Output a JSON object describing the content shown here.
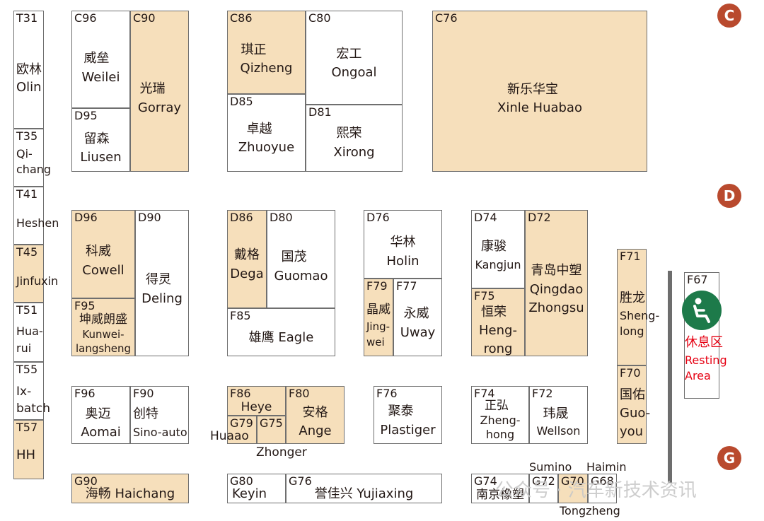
{
  "zones": {
    "c": "C",
    "d": "D",
    "g": "G"
  },
  "booths": {
    "T31": {
      "code": "T31",
      "cn": "欧林",
      "en": "Olin"
    },
    "T35": {
      "code": "T35",
      "en1": "Qi-",
      "en2": "chang"
    },
    "T41": {
      "code": "T41",
      "en": "Heshen"
    },
    "T45": {
      "code": "T45",
      "en": "Jinfuxin"
    },
    "T51": {
      "code": "T51",
      "en1": "Hua-",
      "en2": "rui"
    },
    "T55": {
      "code": "T55",
      "en1": "Ix-",
      "en2": "batch"
    },
    "T57": {
      "code": "T57",
      "en": "HH"
    },
    "C96": {
      "code": "C96",
      "cn": "威垒",
      "en": "Weilei"
    },
    "C90": {
      "code": "C90",
      "cn": "光瑞",
      "en": "Gorray"
    },
    "D95": {
      "code": "D95",
      "cn": "留森",
      "en": "Liusen"
    },
    "C86": {
      "code": "C86",
      "cn": "琪正",
      "en": "Qizheng"
    },
    "C80": {
      "code": "C80",
      "cn": "宏工",
      "en": "Ongoal"
    },
    "D85": {
      "code": "D85",
      "cn": "卓越",
      "en": "Zhuoyue"
    },
    "D81": {
      "code": "D81",
      "cn": "熙荣",
      "en": "Xirong"
    },
    "C76": {
      "code": "C76",
      "cn": "新乐华宝",
      "en": "Xinle Huabao"
    },
    "D96": {
      "code": "D96",
      "cn": "科威",
      "en": "Cowell"
    },
    "D90": {
      "code": "D90",
      "cn": "得灵",
      "en": "Deling"
    },
    "F95": {
      "code": "F95",
      "cn": "坤威朗盛",
      "en1": "Kunwei-",
      "en2": "langsheng"
    },
    "D86": {
      "code": "D86",
      "cn": "戴格",
      "en": "Dega"
    },
    "D80": {
      "code": "D80",
      "cn": "国茂",
      "en": "Guomao"
    },
    "F85": {
      "code": "F85",
      "name": "雄鹰 Eagle"
    },
    "D76": {
      "code": "D76",
      "cn": "华林",
      "en": "Holin"
    },
    "F79": {
      "code": "F79",
      "cn": "晶威",
      "en1": "Jing-",
      "en2": "wei"
    },
    "F77": {
      "code": "F77",
      "cn": "永威",
      "en": "Uway"
    },
    "D74": {
      "code": "D74",
      "cn": "康骏",
      "en": "Kangjun"
    },
    "D72": {
      "code": "D72",
      "cn": "青岛中塑",
      "en1": "Qingdao",
      "en2": "Zhongsu"
    },
    "F75": {
      "code": "F75",
      "cn": "恒荣",
      "en1": "Heng-",
      "en2": "rong"
    },
    "F71": {
      "code": "F71",
      "cn": "胜龙",
      "en1": "Sheng-",
      "en2": "long"
    },
    "F70": {
      "code": "F70",
      "cn": "国佑",
      "en1": "Guo-",
      "en2": "you"
    },
    "F67": {
      "code": "F67"
    },
    "F96": {
      "code": "F96",
      "cn": "奥迈",
      "en": "Aomai"
    },
    "F90": {
      "code": "F90",
      "cn": "创特",
      "en": "Sino-auto"
    },
    "F86": {
      "code": "F86",
      "en": "Heye"
    },
    "F80": {
      "code": "F80",
      "cn": "安格",
      "en": "Ange"
    },
    "G79": {
      "code": "G79",
      "en": "Huaao"
    },
    "G75": {
      "code": "G75",
      "en": "Zhonger"
    },
    "F76": {
      "code": "F76",
      "cn": "聚泰",
      "en": "Plastiger"
    },
    "F74": {
      "code": "F74",
      "cn": "正弘",
      "en1": "Zheng-",
      "en2": "hong"
    },
    "F72": {
      "code": "F72",
      "cn": "玮晟",
      "en": "Wellson"
    },
    "G90": {
      "code": "G90",
      "name": "海畅 Haichang"
    },
    "G80": {
      "code": "G80",
      "en": "Keyin"
    },
    "G76": {
      "code": "G76",
      "name": "誉佳兴 Yujiaxing"
    },
    "G74": {
      "code": "G74",
      "cn": "南京橡塑"
    },
    "G72": {
      "code": "G72",
      "en": "Sumino"
    },
    "G70": {
      "code": "G70",
      "en": "Tongzheng"
    },
    "G68": {
      "code": "G68",
      "en": "Haimin"
    }
  },
  "rest_area": {
    "cn": "休息区",
    "en1": "Resting",
    "en2": "Area",
    "icon": "seat-icon"
  },
  "watermark": "公众号 · 汽车新技术资讯",
  "colors": {
    "tan": "#f6dfbb",
    "marker": "#b94a2e",
    "rest_icon": "#1d7a4a",
    "rest_text": "#e60012"
  }
}
